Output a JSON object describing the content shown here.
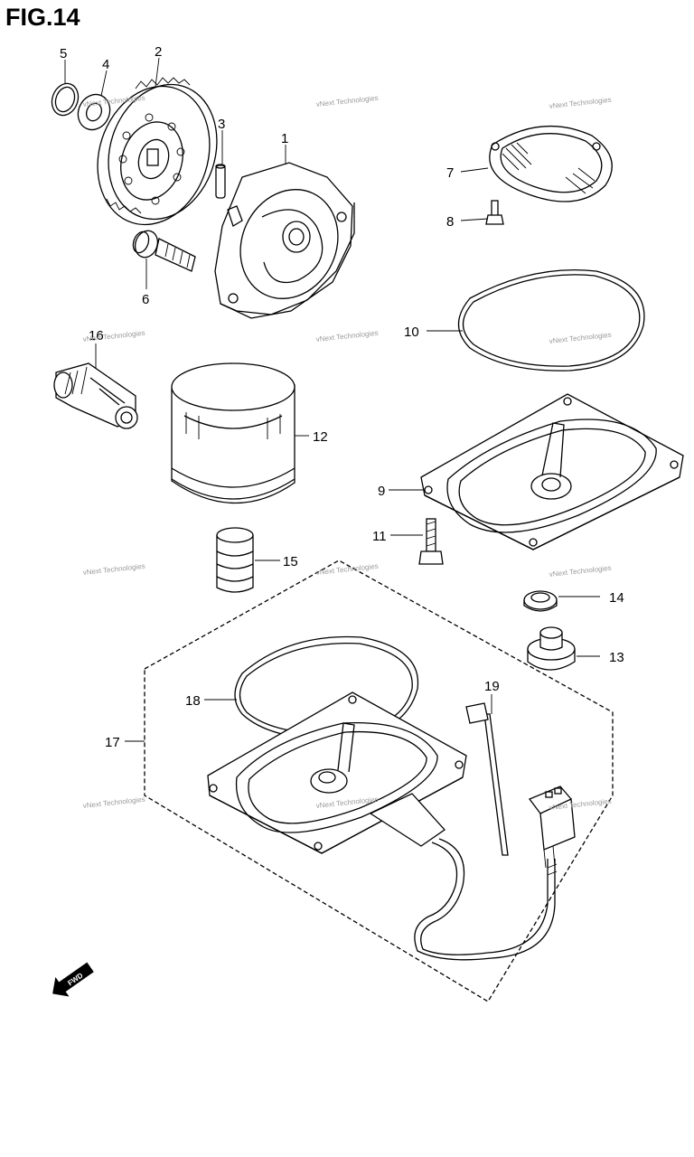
{
  "figure": {
    "title": "FIG.14"
  },
  "callouts": [
    "1",
    "2",
    "3",
    "4",
    "5",
    "6",
    "7",
    "8",
    "9",
    "10",
    "11",
    "12",
    "13",
    "14",
    "15",
    "16",
    "17",
    "18",
    "19"
  ],
  "watermark": {
    "company": "vNext Technologies"
  },
  "direction_badge": {
    "label": "FWD"
  },
  "colors": {
    "line": "#000000",
    "background": "#ffffff",
    "watermark": "#9a9a9a"
  }
}
